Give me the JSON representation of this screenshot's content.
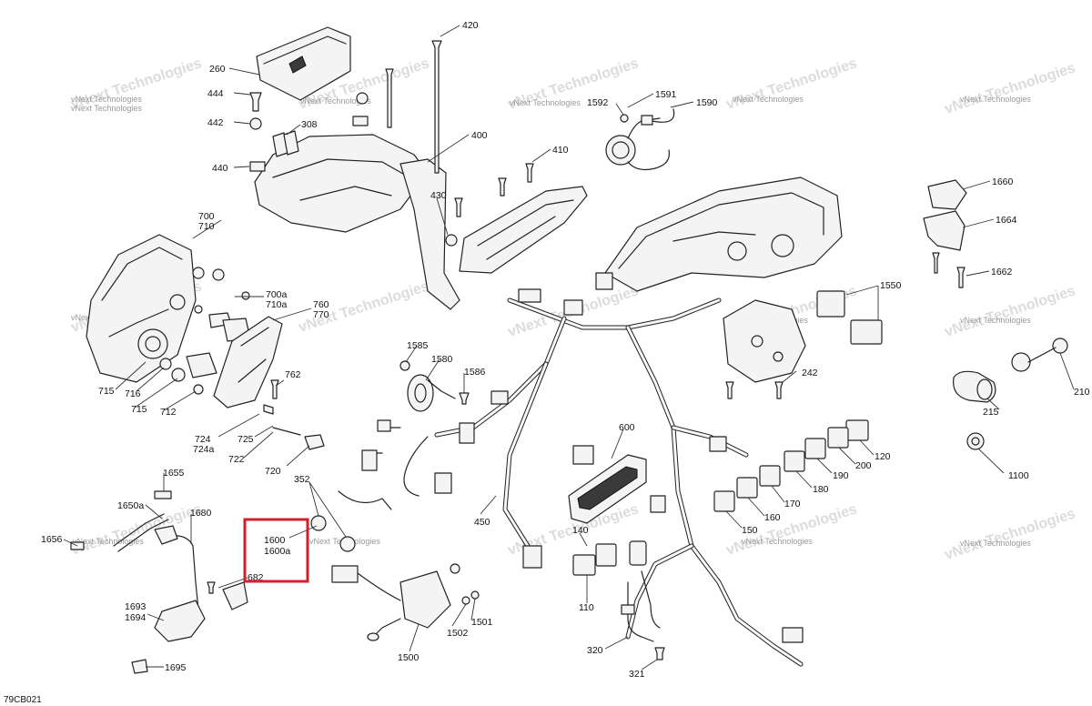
{
  "diagram_code": "79CB021",
  "watermark": "vNext Technologies",
  "highlight_color": "#d0202a",
  "callouts": [
    {
      "id": "c420",
      "label": "420"
    },
    {
      "id": "c260",
      "label": "260"
    },
    {
      "id": "c444",
      "label": "444"
    },
    {
      "id": "c442",
      "label": "442"
    },
    {
      "id": "c308",
      "label": "308"
    },
    {
      "id": "c440",
      "label": "440"
    },
    {
      "id": "c400",
      "label": "400"
    },
    {
      "id": "c410",
      "label": "410"
    },
    {
      "id": "c430",
      "label": "430"
    },
    {
      "id": "c1592",
      "label": "1592"
    },
    {
      "id": "c1591",
      "label": "1591"
    },
    {
      "id": "c1590",
      "label": "1590"
    },
    {
      "id": "c1660",
      "label": "1660"
    },
    {
      "id": "c1664",
      "label": "1664"
    },
    {
      "id": "c1662",
      "label": "1662"
    },
    {
      "id": "c1550",
      "label": "1550"
    },
    {
      "id": "c700",
      "label": "700"
    },
    {
      "id": "c710",
      "label": "710"
    },
    {
      "id": "c700a",
      "label": "700a"
    },
    {
      "id": "c710a",
      "label": "710a"
    },
    {
      "id": "c760",
      "label": "760"
    },
    {
      "id": "c770",
      "label": "770"
    },
    {
      "id": "c715a",
      "label": "715"
    },
    {
      "id": "c716",
      "label": "716"
    },
    {
      "id": "c715b",
      "label": "715"
    },
    {
      "id": "c712",
      "label": "712"
    },
    {
      "id": "c762",
      "label": "762"
    },
    {
      "id": "c724",
      "label": "724"
    },
    {
      "id": "c724a",
      "label": "724a"
    },
    {
      "id": "c725",
      "label": "725"
    },
    {
      "id": "c722",
      "label": "722"
    },
    {
      "id": "c720",
      "label": "720"
    },
    {
      "id": "c1585",
      "label": "1585"
    },
    {
      "id": "c1580",
      "label": "1580"
    },
    {
      "id": "c1586",
      "label": "1586"
    },
    {
      "id": "c242",
      "label": "242"
    },
    {
      "id": "c210",
      "label": "210"
    },
    {
      "id": "c215",
      "label": "215"
    },
    {
      "id": "c1100",
      "label": "1100"
    },
    {
      "id": "c600",
      "label": "600"
    },
    {
      "id": "c120",
      "label": "120"
    },
    {
      "id": "c200",
      "label": "200"
    },
    {
      "id": "c190",
      "label": "190"
    },
    {
      "id": "c180",
      "label": "180"
    },
    {
      "id": "c170",
      "label": "170"
    },
    {
      "id": "c160",
      "label": "160"
    },
    {
      "id": "c150",
      "label": "150"
    },
    {
      "id": "c1655",
      "label": "1655"
    },
    {
      "id": "c1650a",
      "label": "1650a"
    },
    {
      "id": "c1680",
      "label": "1680"
    },
    {
      "id": "c1656",
      "label": "1656"
    },
    {
      "id": "c352",
      "label": "352"
    },
    {
      "id": "c1600",
      "label": "1600"
    },
    {
      "id": "c1600a",
      "label": "1600a"
    },
    {
      "id": "c682",
      "label": "682"
    },
    {
      "id": "c450",
      "label": "450"
    },
    {
      "id": "c140",
      "label": "140"
    },
    {
      "id": "c110",
      "label": "110"
    },
    {
      "id": "c1693",
      "label": "1693"
    },
    {
      "id": "c1694",
      "label": "1694"
    },
    {
      "id": "c1695",
      "label": "1695"
    },
    {
      "id": "c1502",
      "label": "1502"
    },
    {
      "id": "c1501",
      "label": "1501"
    },
    {
      "id": "c1500",
      "label": "1500"
    },
    {
      "id": "c320",
      "label": "320"
    },
    {
      "id": "c321",
      "label": "321"
    }
  ]
}
